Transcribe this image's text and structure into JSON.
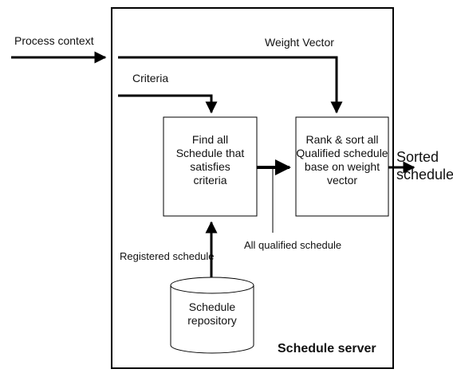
{
  "input_label": "Process context",
  "weight_label": "Weight Vector",
  "criteria_label": "Criteria",
  "find_box_lines": [
    "Find all",
    "Schedule that",
    "satisfies",
    "criteria"
  ],
  "rank_box_lines": [
    "Rank & sort all",
    "Qualified schedule",
    "base on weight",
    "vector"
  ],
  "output_label_lines": [
    "Sorted",
    "schedule"
  ],
  "qualified_label": "All qualified schedule",
  "registered_label": "Registered schedule",
  "repo_lines": [
    "Schedule",
    "repository"
  ],
  "server_label": "Schedule server"
}
